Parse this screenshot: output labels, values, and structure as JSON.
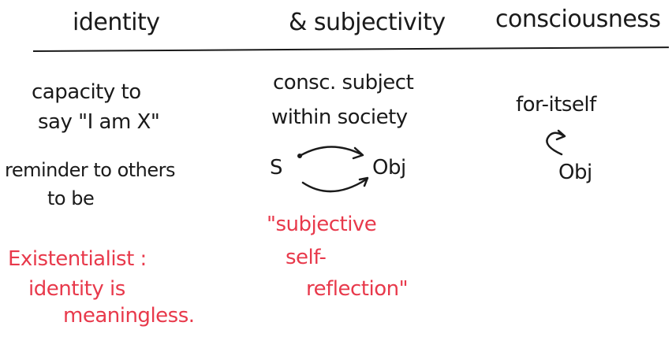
{
  "headers": {
    "identity": "identity",
    "subjectivity": "& subjectivity",
    "consciousness": "consciousness"
  },
  "identity_col": {
    "line1": "capacity to",
    "line2": "say \"I am X\"",
    "line3": "reminder to others",
    "line4": "to be"
  },
  "subjectivity_col": {
    "line1": "consc. subject",
    "line2": "within society",
    "diagram_s": "S",
    "diagram_obj": "Obj"
  },
  "consciousness_col": {
    "line1": "for-itself",
    "diagram_obj": "Obj"
  },
  "existentialist_note": {
    "line1": "Existentialist :",
    "line2": "identity is",
    "line3": "meaningless."
  },
  "reflection_note": {
    "line1": "\"subjective",
    "line2": "self-",
    "line3": "reflection\""
  },
  "colors": {
    "ink": "#1a1a1a",
    "red_ink": "#e8394b",
    "background": "#ffffff"
  }
}
